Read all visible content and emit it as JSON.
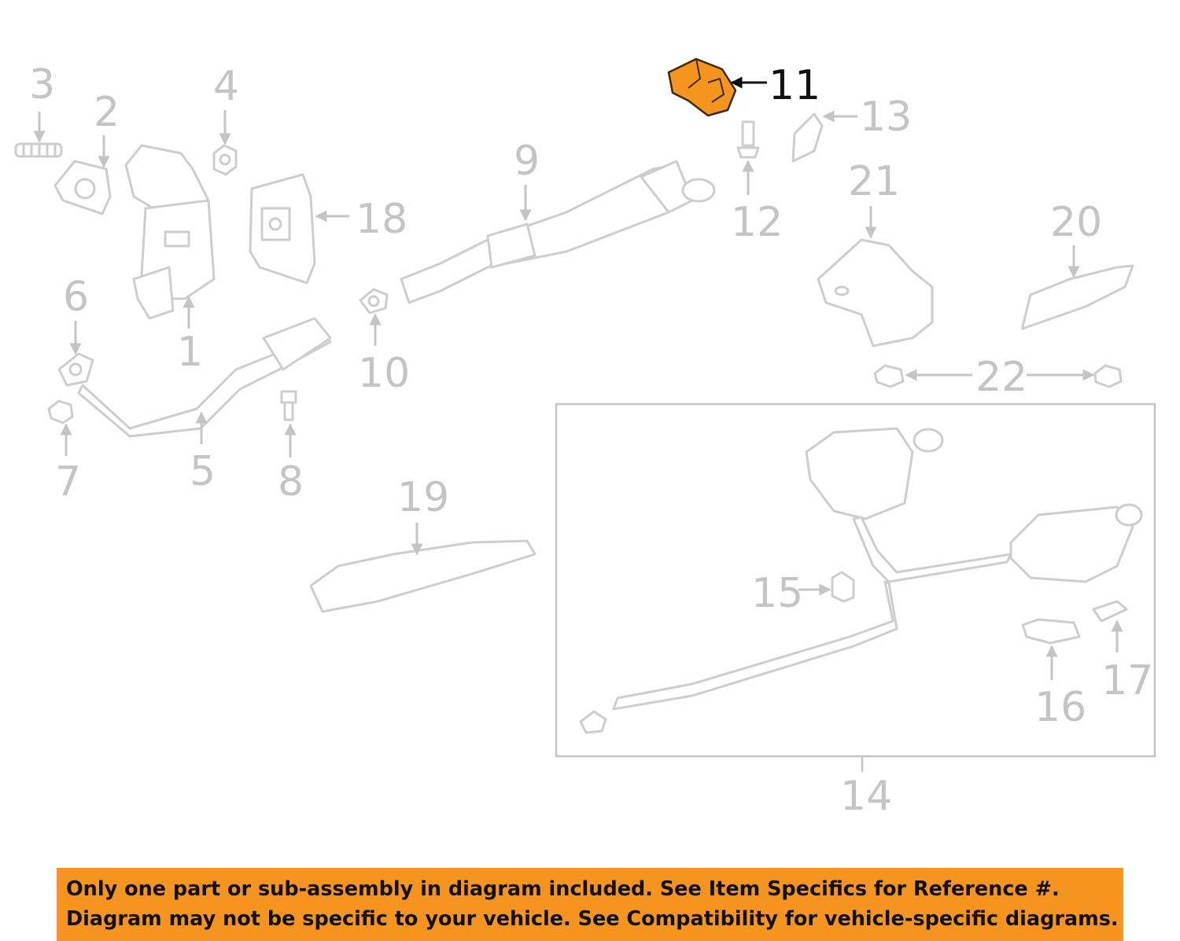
{
  "callouts": {
    "c1": "1",
    "c2": "2",
    "c3": "3",
    "c4": "4",
    "c5": "5",
    "c6": "6",
    "c7": "7",
    "c8": "8",
    "c9": "9",
    "c10": "10",
    "c11": "11",
    "c12": "12",
    "c13": "13",
    "c14": "14",
    "c15": "15",
    "c16": "16",
    "c17": "17",
    "c18": "18",
    "c19": "19",
    "c20": "20",
    "c21": "21",
    "c22": "22"
  },
  "highlight_part": "11",
  "colors": {
    "highlight_fill": "#f5951f",
    "banner_background": "#f5951f",
    "part_line": "#cdcdcd",
    "callout_text": "#c4c4c4"
  },
  "banner": {
    "line1": "Only one part or sub-assembly in diagram included. See Item Specifics for Reference #.",
    "line2": "Diagram may not be specific to your vehicle. See Compatibility for vehicle-specific diagrams."
  }
}
